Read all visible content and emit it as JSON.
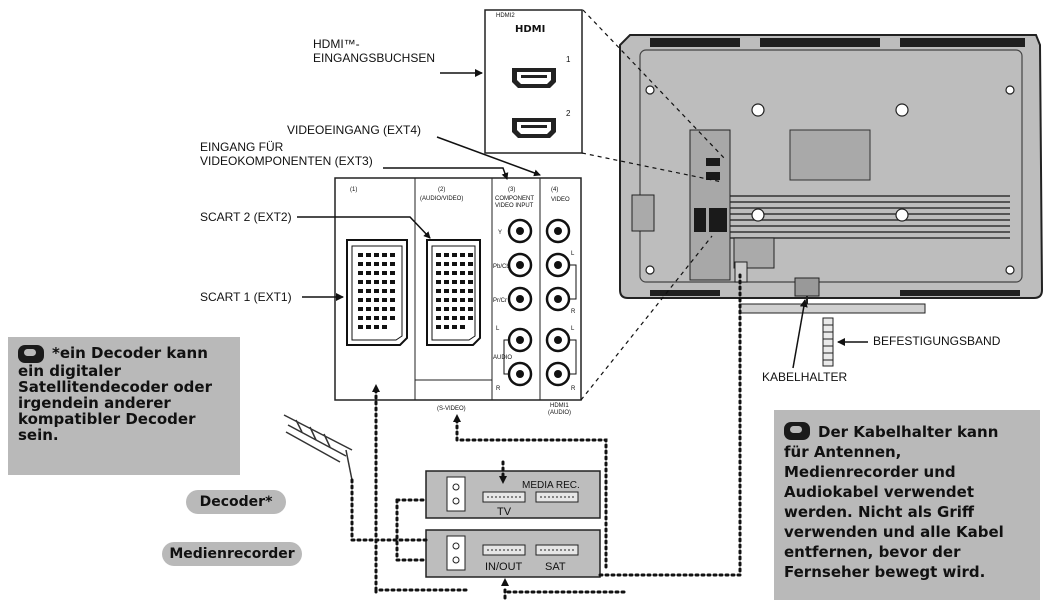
{
  "labels": {
    "hdmi_inputs_line1": "HDMI™-",
    "hdmi_inputs_line2": "EINGANGSBUCHSEN",
    "video_ext4": "VIDEOEINGANG (EXT4)",
    "component_line1": "EINGANG FÜR",
    "component_line2": "VIDEOKOMPONENTEN (EXT3)",
    "scart2": "SCART 2 (EXT2)",
    "scart1": "SCART 1 (EXT1)",
    "strap": "BEFESTIGUNGSBAND",
    "cable_holder": "KABELHALTER"
  },
  "panel_text": {
    "hdmi_header": "HDMI2",
    "hdmi_logo": "HDMI",
    "hdmi_port_1": "1",
    "hdmi_port_2": "2",
    "col1": "(1)",
    "col2": "(2)",
    "col2_sub": "(AUDIO/VIDEO)",
    "col3": "(3)",
    "col3_sub1": "COMPONENT",
    "col3_sub2": "VIDEO INPUT",
    "col4": "(4)",
    "col4_sub": "VIDEO",
    "y": "Y",
    "pb": "Pb/Cb",
    "pr": "Pr/Cr",
    "audio": "AUDIO",
    "l1": "L",
    "r1": "R",
    "l2": "L",
    "r2": "R",
    "l3": "L",
    "r3": "R",
    "hdmi1_audio_1": "HDMI1",
    "hdmi1_audio_2": "(AUDIO)",
    "svideo": "(S-VIDEO)"
  },
  "devices": {
    "decoder_mid": "MEDIA REC.",
    "decoder_bottom": "TV",
    "recorder_left": "IN/OUT",
    "recorder_right": "SAT"
  },
  "notes": {
    "decoder_note": [
      "*ein Decoder kann",
      "ein digitaler",
      "Satellitendecoder oder",
      "irgendein anderer",
      "kompatibler Decoder",
      "sein."
    ],
    "holder_note": [
      "Der Kabelhalter kann",
      "für Antennen,",
      "Medienrecorder und",
      "Audiokabel verwendet",
      "werden. Nicht als Griff",
      "verwenden und alle Kabel",
      "entfernen, bevor der",
      "Fernseher bewegt wird."
    ]
  },
  "pills": {
    "decoder": "Decoder*",
    "recorder": "Medienrecorder"
  }
}
